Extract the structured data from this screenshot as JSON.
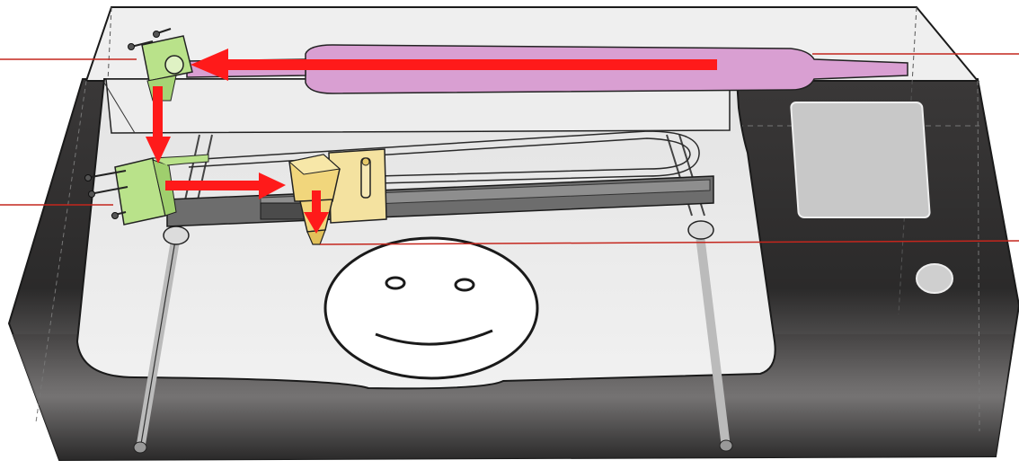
{
  "diagram": {
    "subject": "laser-cutter-beam-path",
    "callouts": [
      {
        "id": "mirror-1",
        "label": ""
      },
      {
        "id": "mirror-2",
        "label": ""
      },
      {
        "id": "laser-tube",
        "label": ""
      },
      {
        "id": "focus-lens",
        "label": ""
      }
    ],
    "beam_path_steps": 4,
    "engraved_shape": "smiley-face"
  },
  "colors": {
    "body_dark": "#2b2a2a",
    "body_light": "#5e5c5c",
    "glass": "#e9e9e9",
    "laser_tube": "#d99fd2",
    "mirror_mount": "#b9e28a",
    "laser_head": "#f4e2a0",
    "beam_arrow": "#ff1a1a",
    "callout_line": "#c4261d",
    "panel_screen": "#c8c8c8"
  }
}
